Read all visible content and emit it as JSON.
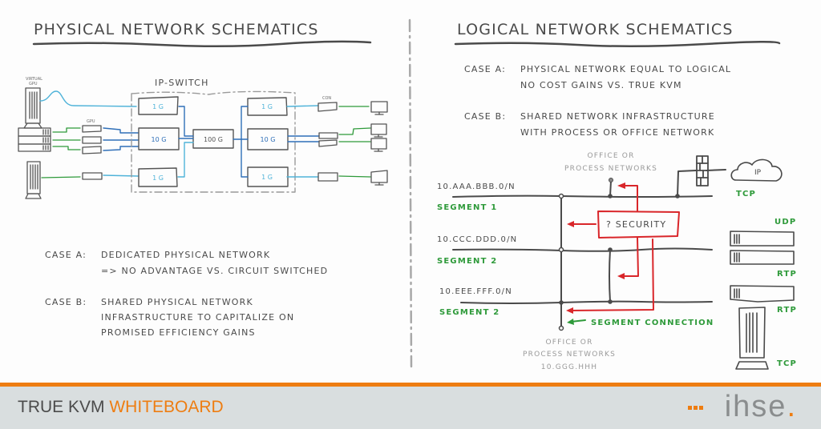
{
  "colors": {
    "ink": "#4a4a4a",
    "light_ink": "#9a9a9a",
    "blue": "#2f6fb8",
    "light_blue": "#4fb3d9",
    "green": "#2e9a3a",
    "red": "#d9262a",
    "orange": "#ee7d11",
    "footer_bg": "#d9dedf"
  },
  "left_panel": {
    "title": "PHYSICAL NETWORK SCHEMATICS",
    "switch_label": "IP-SWITCH",
    "device_labels": {
      "virtual_gpu_line1": "VIRTUAL",
      "virtual_gpu_line2": "GPU",
      "gpu": "GPU",
      "con": "CON"
    },
    "switch_ports": {
      "left_top": "1 G",
      "left_mid": "10 G",
      "left_bot": "1 G",
      "core": "100 G",
      "right_top": "1 G",
      "right_mid": "10 G",
      "right_bot": "1 G"
    },
    "cases": [
      {
        "label": "CASE A:",
        "lines": [
          "DEDICATED PHYSICAL NETWORK",
          "=> NO ADVANTAGE VS. CIRCUIT SWITCHED"
        ]
      },
      {
        "label": "CASE B:",
        "lines": [
          "SHARED PHYSICAL NETWORK",
          "INFRASTRUCTURE TO CAPITALIZE ON",
          "PROMISED EFFICIENCY GAINS"
        ]
      }
    ]
  },
  "right_panel": {
    "title": "LOGICAL NETWORK SCHEMATICS",
    "cases": [
      {
        "label": "CASE A:",
        "lines": [
          "PHYSICAL NETWORK EQUAL TO LOGICAL",
          "NO COST GAINS VS. TRUE KVM"
        ]
      },
      {
        "label": "CASE B:",
        "lines": [
          "SHARED NETWORK INFRASTRUCTURE",
          "WITH PROCESS OR OFFICE NETWORK"
        ]
      }
    ],
    "top_network_label": [
      "OFFICE OR",
      "PROCESS NETWORKS"
    ],
    "bottom_network_label": [
      "OFFICE OR",
      "PROCESS NETWORKS",
      "10.GGG.HHH"
    ],
    "subnets": [
      {
        "address": "10.AAA.BBB.0/N",
        "segment": "SEGMENT 1"
      },
      {
        "address": "10.CCC.DDD.0/N",
        "segment": "SEGMENT 2"
      },
      {
        "address": "10.EEE.FFF.0/N",
        "segment": "SEGMENT 2"
      }
    ],
    "security_label": "? SECURITY",
    "segment_connection_label": "SEGMENT CONNECTION",
    "cloud_label": "IP",
    "protocols": {
      "tcp_top": "TCP",
      "udp": "UDP",
      "rtp_1": "RTP",
      "rtp_2": "RTP",
      "tcp_bottom": "TCP"
    }
  },
  "footer": {
    "title_main": "TRUE KVM",
    "title_accent": "WHITEBOARD",
    "logo_text": "ihse",
    "logo_dot": "."
  }
}
